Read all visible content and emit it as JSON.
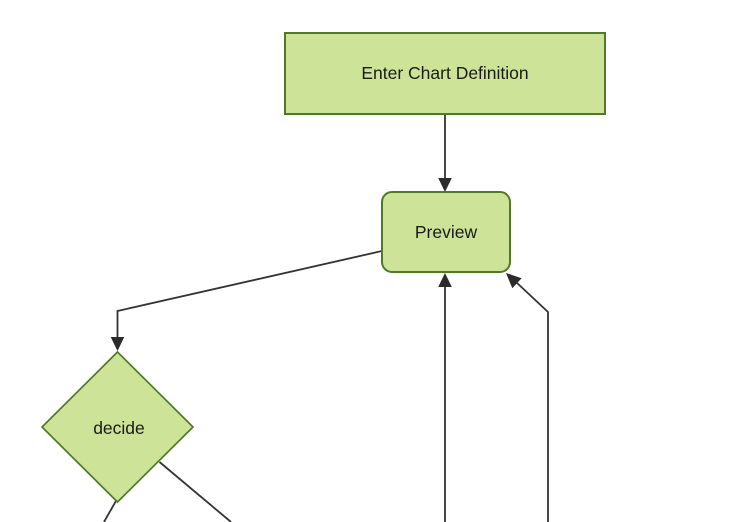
{
  "diagram": {
    "kind": "flowchart",
    "orientation": "top-down",
    "background_color": "#ffffff",
    "node_fill_color": "#cde498",
    "node_border_color": "#4e7a28",
    "edge_color": "#333333",
    "arrowhead_color": "#2b2b2b",
    "text_color": "#1a1a1a",
    "nodes": [
      {
        "id": "enter-chart-definition",
        "shape": "rectangle",
        "label": "Enter Chart Definition"
      },
      {
        "id": "preview",
        "shape": "rounded-rectangle",
        "label": "Preview"
      },
      {
        "id": "decide",
        "shape": "diamond",
        "label": "decide"
      }
    ],
    "edges": [
      {
        "from": "Enter Chart Definition",
        "to": "Preview",
        "arrowhead": true
      },
      {
        "from": "Preview",
        "to": "decide",
        "arrowhead": true
      },
      {
        "from": "decide",
        "to": "offscreen-bottom-left",
        "arrowhead": false
      },
      {
        "from": "decide",
        "to": "offscreen-bottom-right",
        "arrowhead": false
      },
      {
        "from": "offscreen-bottom",
        "to": "Preview",
        "arrowhead": true
      },
      {
        "from": "offscreen-bottom",
        "to": "Preview",
        "arrowhead": true
      }
    ]
  }
}
